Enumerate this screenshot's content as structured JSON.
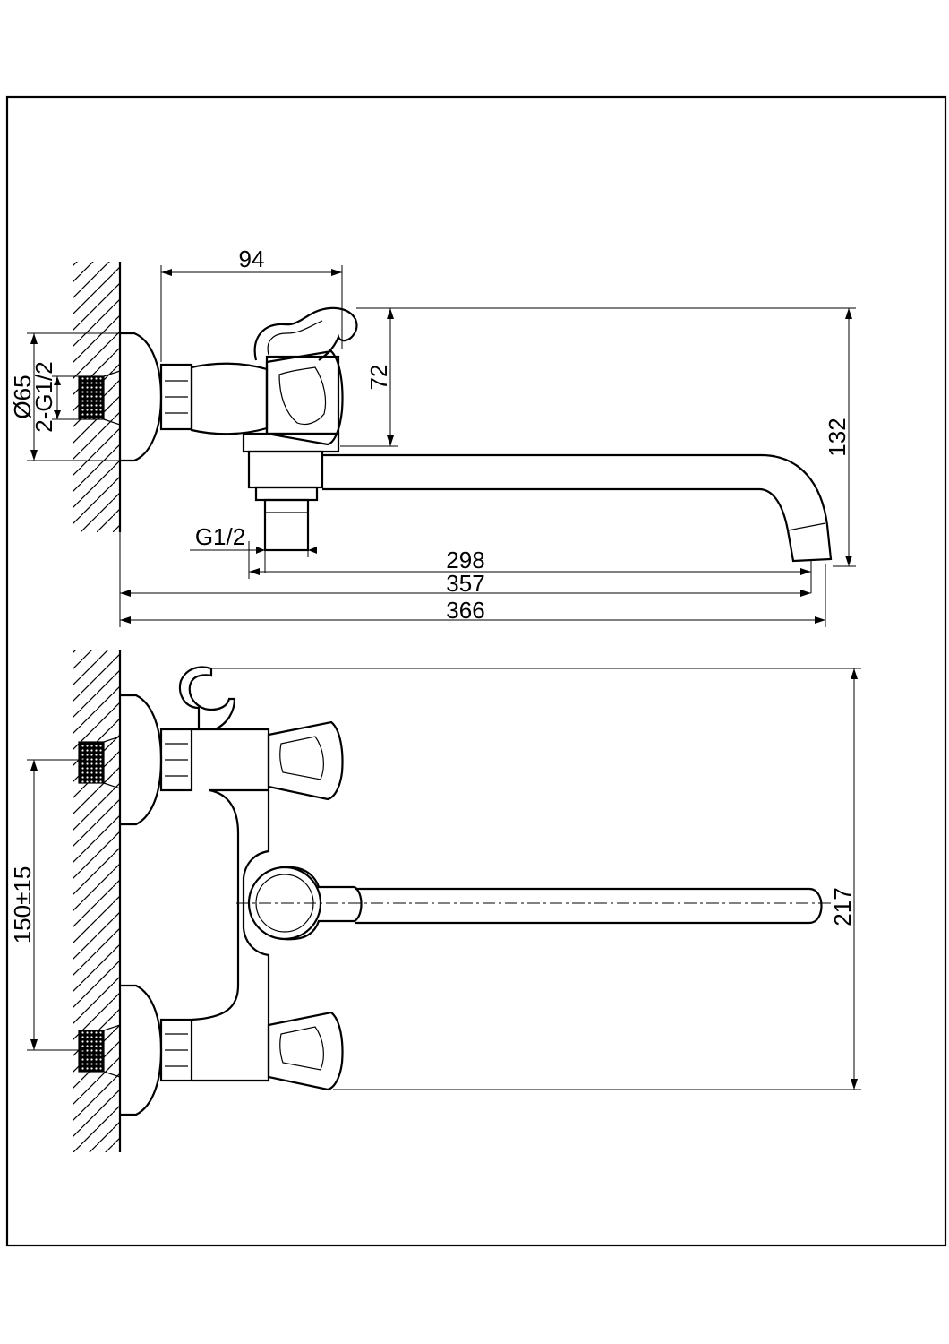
{
  "dimensions": {
    "top_width": "94",
    "top_height": "72",
    "overall_height": "132",
    "flange_diameter": "Ø65",
    "inlet_thread": "2-G1/2",
    "outlet_thread": "G1/2",
    "spout_reach": "298",
    "body_reach": "357",
    "overall_reach": "366",
    "inlet_spacing": "150±15",
    "front_height": "217"
  }
}
